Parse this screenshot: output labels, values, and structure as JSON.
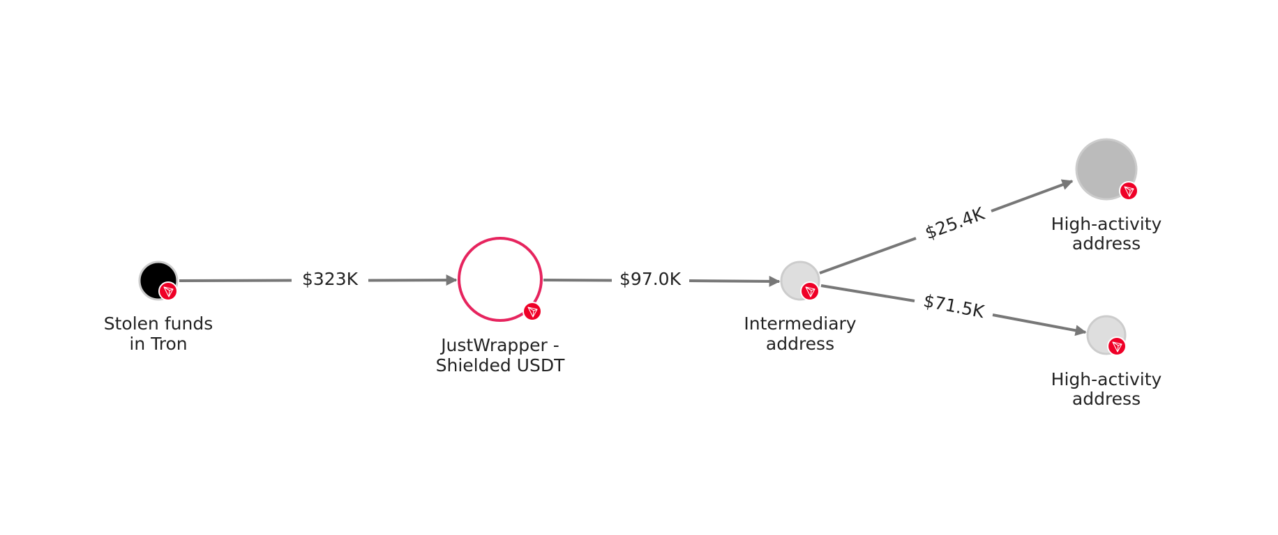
{
  "colors": {
    "edge": "#777777",
    "tron_badge": "#ef0027",
    "source_node": "#000000",
    "mixer_ring": "#e6245e",
    "intermediary_fill": "#dedede",
    "high_activity_large_fill": "#bbbbbb",
    "node_border": "#cccccc"
  },
  "nodes": [
    {
      "id": "stolen",
      "label_lines": [
        "Stolen funds",
        "in Tron"
      ],
      "chain_icon": "tron-icon"
    },
    {
      "id": "justwrapper",
      "label_lines": [
        "JustWrapper -",
        "Shielded USDT"
      ],
      "chain_icon": "tron-icon"
    },
    {
      "id": "intermediary",
      "label_lines": [
        "Intermediary",
        "address"
      ],
      "chain_icon": "tron-icon"
    },
    {
      "id": "high1",
      "label_lines": [
        "High-activity",
        "address"
      ],
      "chain_icon": "tron-icon"
    },
    {
      "id": "high2",
      "label_lines": [
        "High-activity",
        "address"
      ],
      "chain_icon": "tron-icon"
    }
  ],
  "edges": [
    {
      "from": "stolen",
      "to": "justwrapper",
      "amount": "$323K"
    },
    {
      "from": "justwrapper",
      "to": "intermediary",
      "amount": "$97.0K"
    },
    {
      "from": "intermediary",
      "to": "high1",
      "amount": "$25.4K"
    },
    {
      "from": "intermediary",
      "to": "high2",
      "amount": "$71.5K"
    }
  ]
}
